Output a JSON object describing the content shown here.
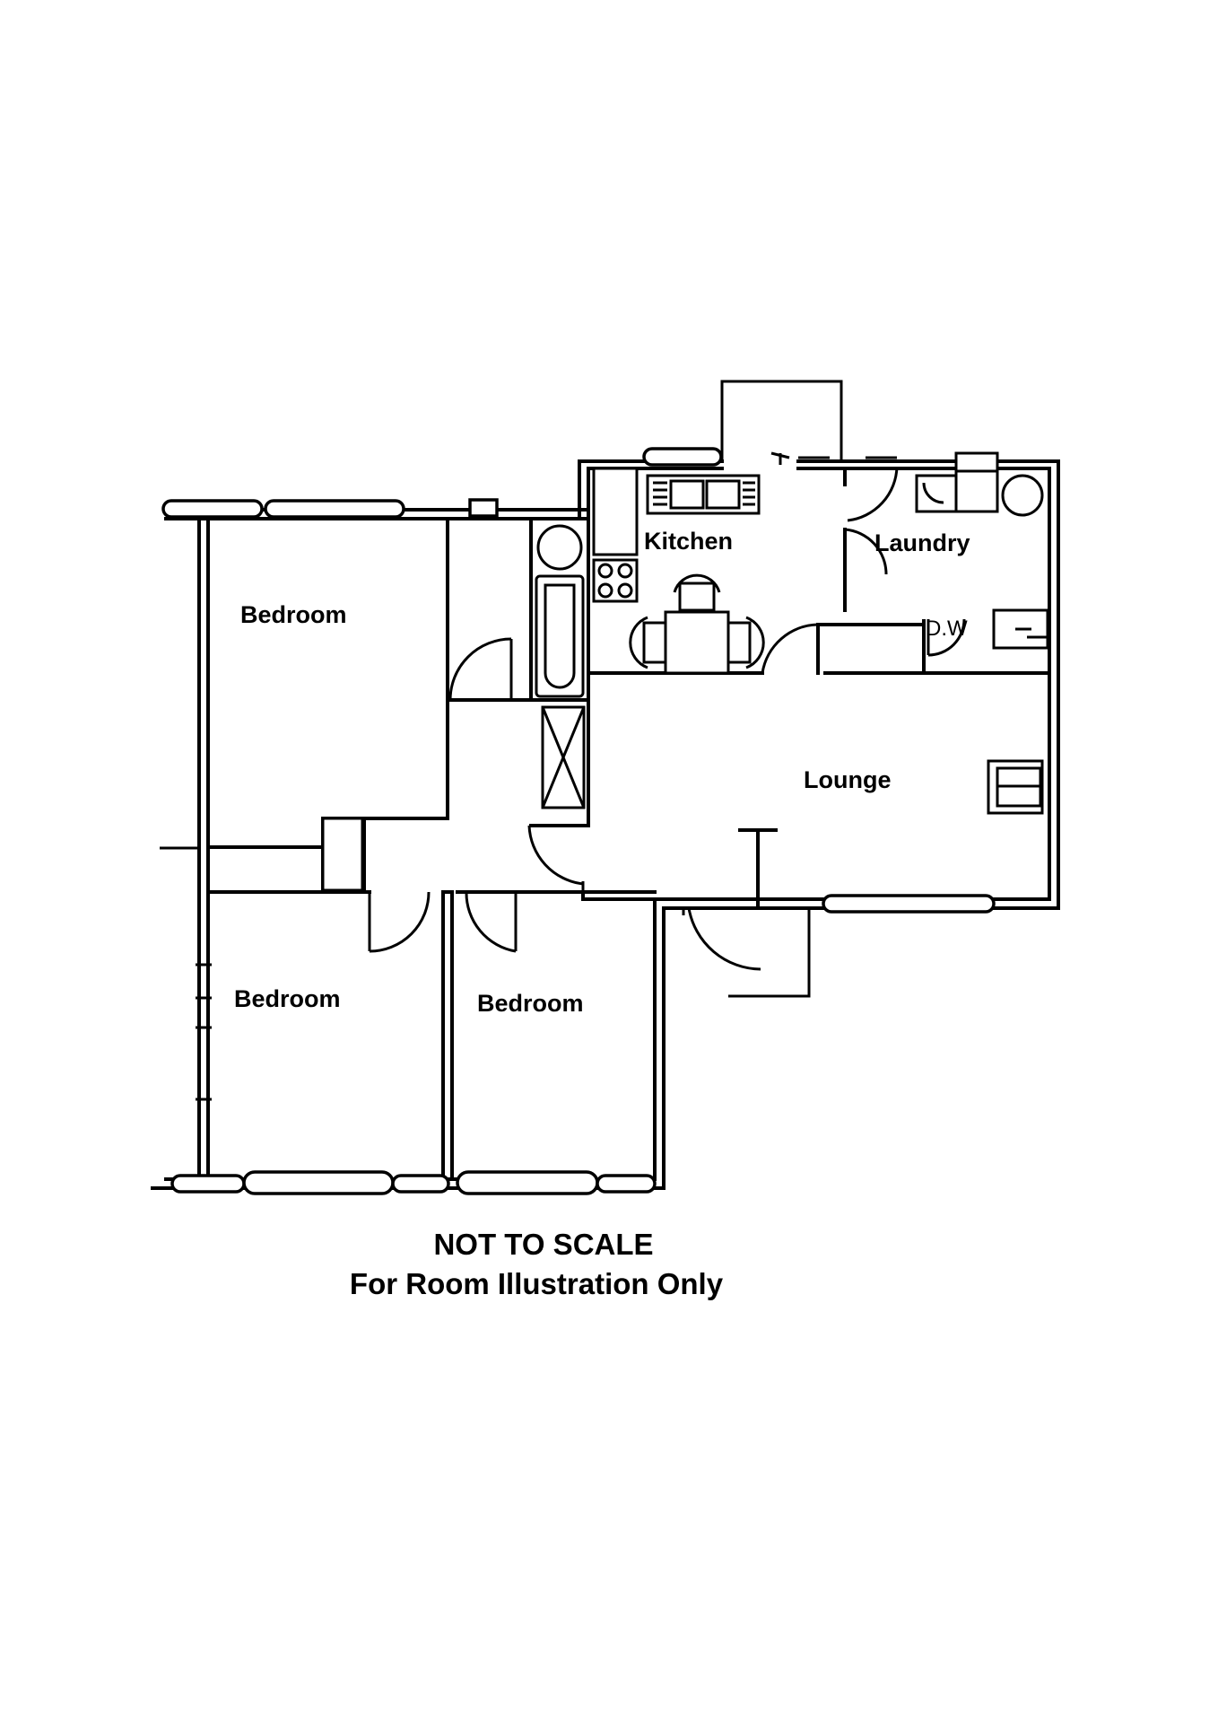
{
  "rooms": {
    "bedroom_1": "Bedroom",
    "bedroom_2": "Bedroom",
    "bedroom_3": "Bedroom",
    "kitchen": "Kitchen",
    "laundry": "Laundry",
    "lounge": "Lounge"
  },
  "fixtures": {
    "dishwasher": "D.W"
  },
  "caption": {
    "line1": "NOT TO SCALE",
    "line2": "For Room Illustration Only"
  }
}
